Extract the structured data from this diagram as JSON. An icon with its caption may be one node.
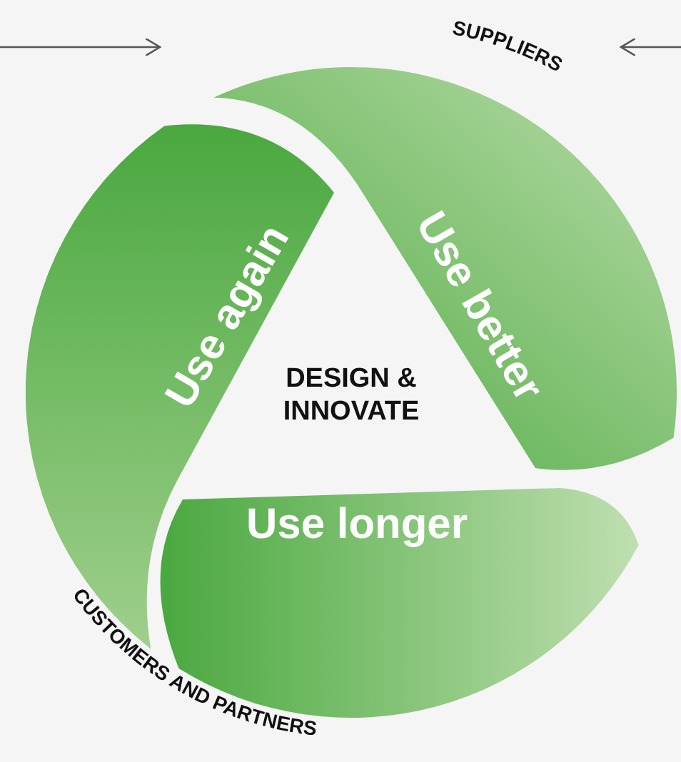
{
  "diagram": {
    "nodes": [
      {
        "text": [
          "Use again"
        ]
      },
      {
        "text": [
          "Use better"
        ]
      },
      {
        "text": [
          "Use longer"
        ]
      },
      {
        "text": [
          "DESIGN & INNOVATE"
        ]
      }
    ],
    "labels": [
      "SUPPLIERS",
      "CUSTOMERS AND PARTNERS"
    ]
  }
}
